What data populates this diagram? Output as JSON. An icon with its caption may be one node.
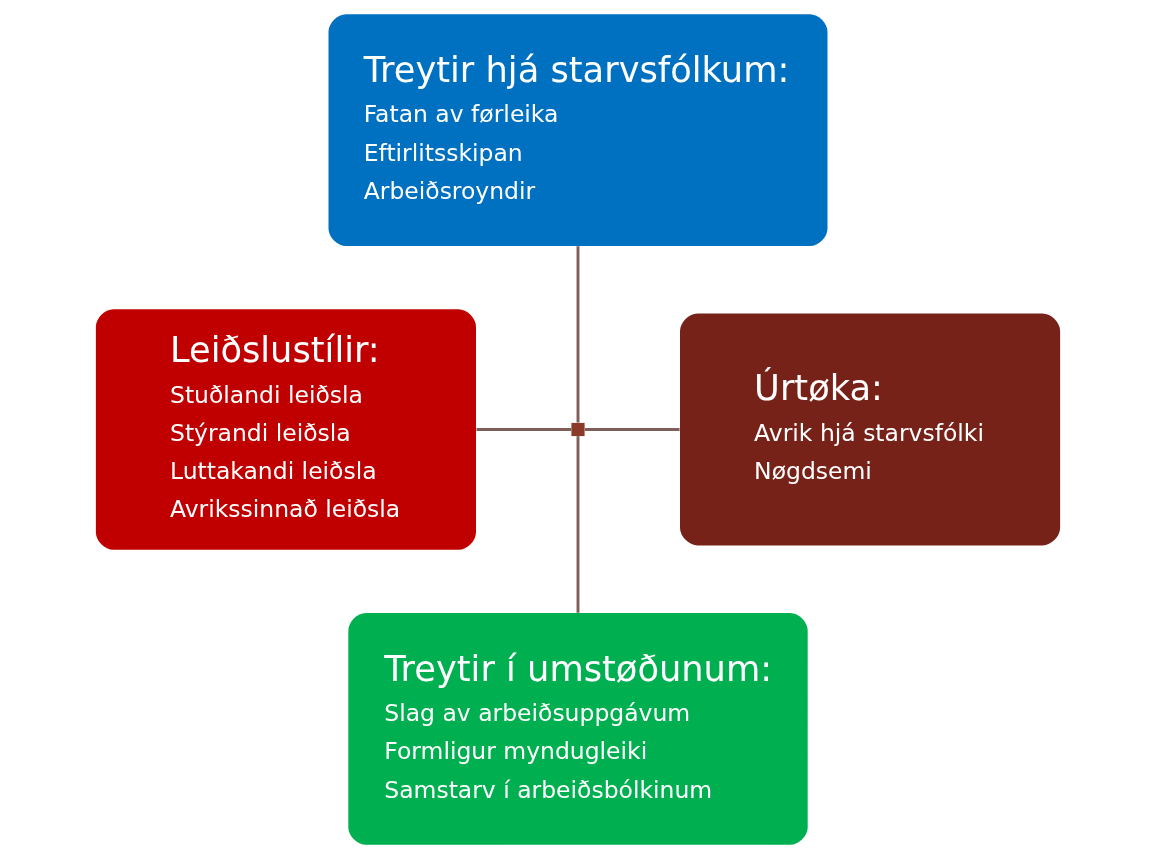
{
  "diagram": {
    "nodes": [
      {
        "text": [
          "Treytir hjá starvsfólkum:",
          "Fatan av førleika",
          "Eftirlitsskipan",
          "Arbeiðsroyndir"
        ]
      },
      {
        "text": [
          "Leiðslustílir:",
          "Stuðlandi leiðsla",
          "Stýrandi leiðsla",
          "Luttakandi leiðsla",
          "Avrikssinnað leiðsla"
        ]
      },
      {
        "text": [
          "Úrtøka:",
          "Avrik hjá starvsfólki",
          "Nøgdsemi"
        ]
      },
      {
        "text": [
          "Treytir í umstøðunum:",
          "Slag av arbeiðsuppgávum",
          "Formligur myndugleiki",
          "Samstarv í arbeiðsbólkinum"
        ]
      },
      {
        "text": [],
        "shape": "box"
      }
    ],
    "edges": [
      {
        "from": 0,
        "to": 4,
        "arrow": "none"
      },
      {
        "from": 1,
        "to": 4,
        "arrow": "none"
      },
      {
        "from": 4,
        "to": 2,
        "arrow": "none"
      },
      {
        "from": 4,
        "to": 3,
        "arrow": "none"
      }
    ]
  }
}
